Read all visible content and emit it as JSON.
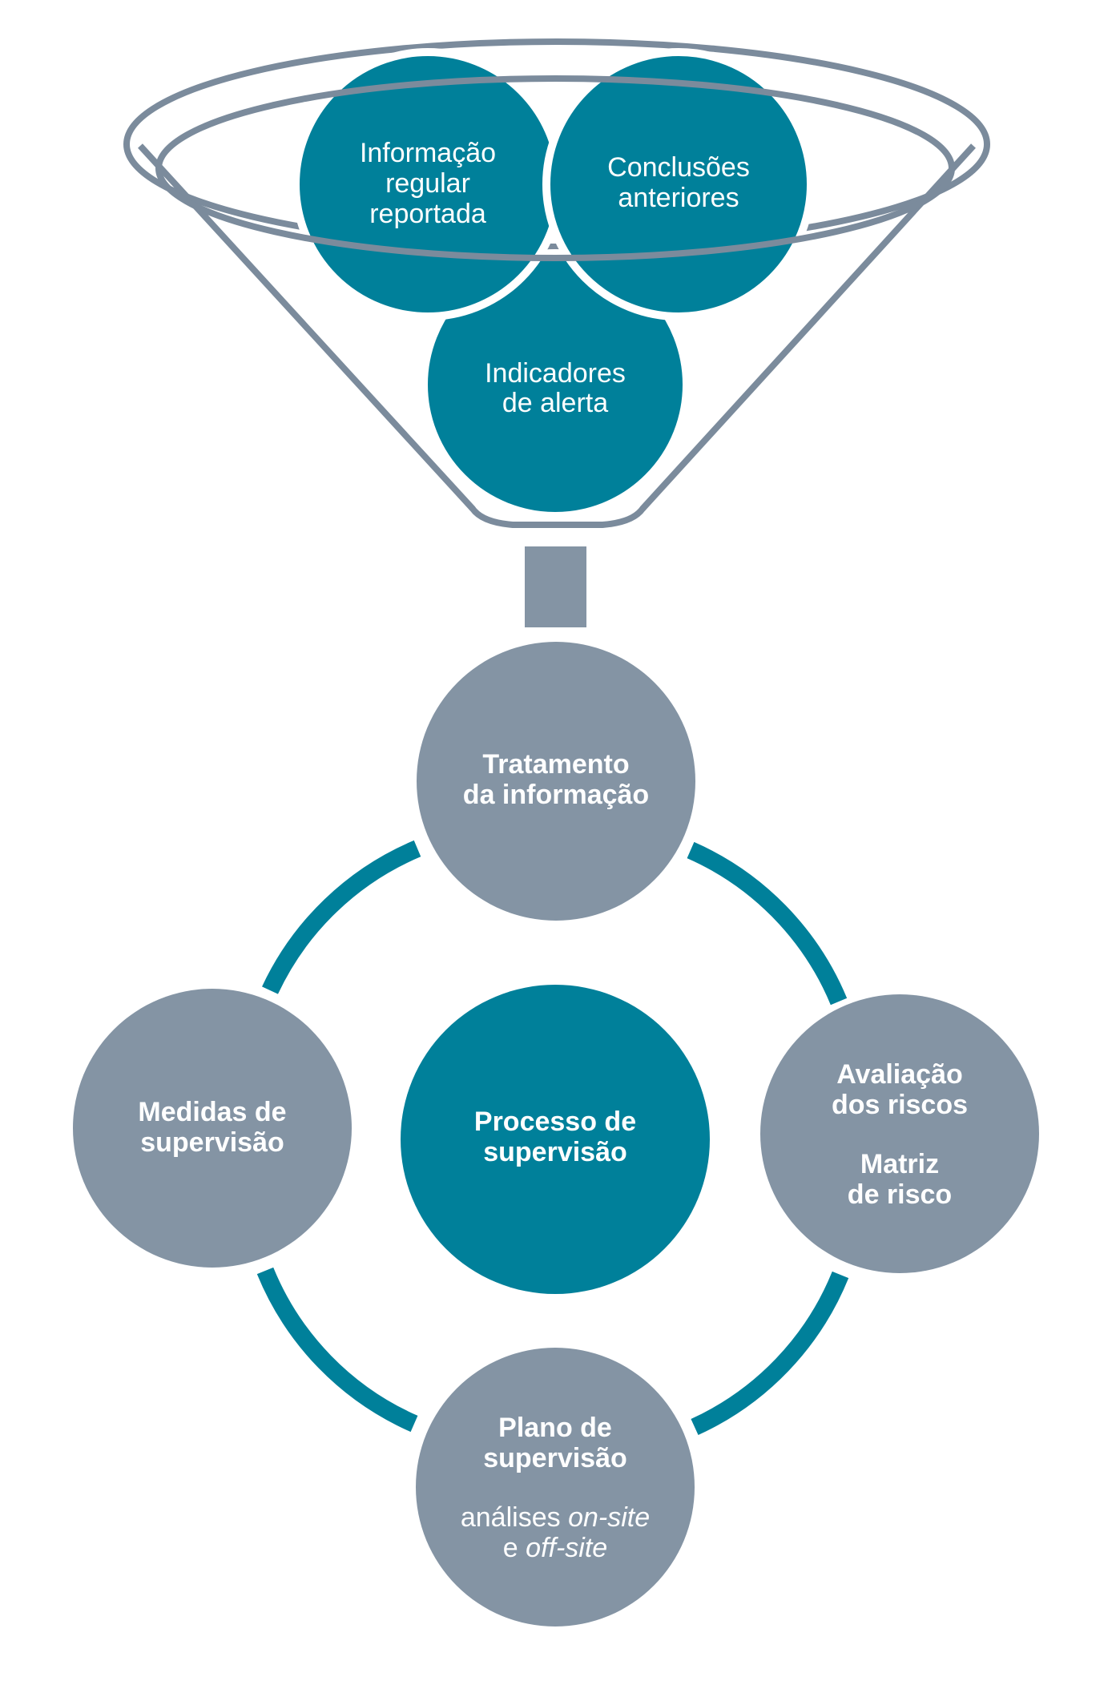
{
  "colors": {
    "teal": "#00809a",
    "gray": "#8494a4",
    "funnel_outline": "#7b8b9c",
    "ring_arc": "#00809a",
    "text": "#ffffff",
    "background": "#ffffff"
  },
  "funnel": {
    "inputs": [
      {
        "id": "info",
        "lines": [
          "Informação",
          "regular",
          "reportada"
        ]
      },
      {
        "id": "conclusoes",
        "lines": [
          "Conclusões",
          "anteriores"
        ]
      },
      {
        "id": "indicadores",
        "lines": [
          "Indicadores",
          "de alerta"
        ]
      }
    ]
  },
  "cycle": {
    "center": {
      "lines": [
        "Processo de",
        "supervisão"
      ]
    },
    "tratamento": {
      "lines": [
        "Tratamento",
        "da informação"
      ]
    },
    "avaliacao": {
      "lines": [
        "Avaliação",
        "dos riscos"
      ],
      "sub_lines": [
        "Matriz",
        "de risco"
      ]
    },
    "plano": {
      "lines": [
        "Plano de",
        "supervisão"
      ],
      "sub_line1_prefix": "análises ",
      "sub_line1_italic": "on-site",
      "sub_line2_prefix": "e ",
      "sub_line2_italic": "off-site"
    },
    "medidas": {
      "lines": [
        "Medidas de",
        "supervisão"
      ]
    }
  }
}
